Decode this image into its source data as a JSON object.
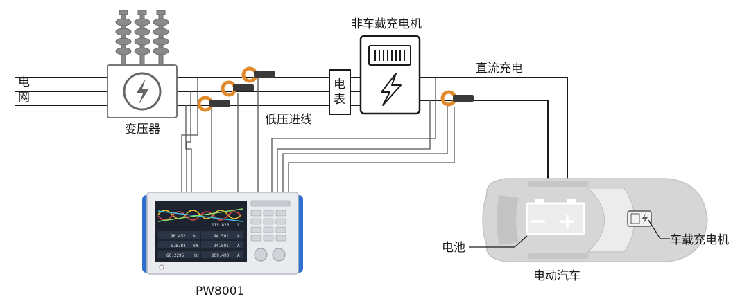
{
  "labels": {
    "grid": "电网",
    "transformer": "变压器",
    "low_voltage_inlet": "低压进线",
    "meter": "电表",
    "offboard_charger": "非车载充电机",
    "dc_charging": "直流充电",
    "battery": "电池",
    "ev": "电动汽车",
    "onboard_charger": "车载充电机",
    "analyzer_model": "PW8001"
  },
  "analyzer": {
    "readings": [
      {
        "value": "96.452",
        "unit": "%"
      },
      {
        "value": "1.6784",
        "unit": "kW"
      },
      {
        "value": "60.2295",
        "unit": "Hz"
      },
      {
        "value": "94.501",
        "unit": "A"
      },
      {
        "value": "94.501",
        "unit": "A"
      },
      {
        "value": "115.826",
        "unit": "V"
      },
      {
        "value": "209.490",
        "unit": "A"
      }
    ]
  },
  "colors": {
    "line": "#1a1a1a",
    "sensor": "#e08a2c",
    "car_body": "#d6d6d6",
    "analyzer_frame": "#e9ebee",
    "analyzer_side": "#2f6fcf",
    "screen_bg": "#1d2430"
  },
  "icons": [
    "insulator-icon",
    "lightning-icon",
    "current-clamp-icon",
    "battery-icon",
    "charger-icon"
  ]
}
